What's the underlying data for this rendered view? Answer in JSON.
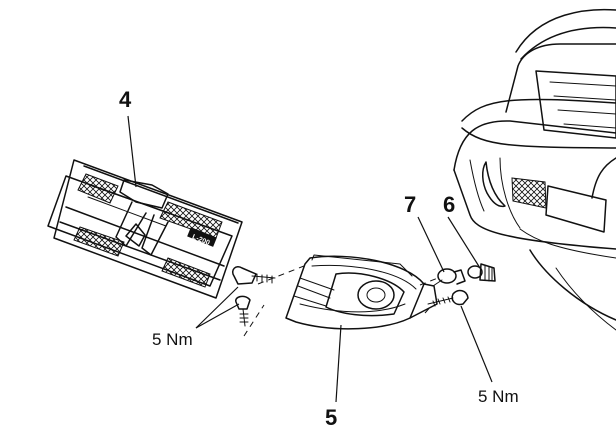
{
  "callouts": {
    "radiator_grille": "4",
    "headlamp_assembly": "5",
    "bulb_holder_6": "6",
    "bulb_holder_7": "7"
  },
  "torque": {
    "left_bolts": "5 Nm",
    "right_bolt": "5 Nm"
  }
}
